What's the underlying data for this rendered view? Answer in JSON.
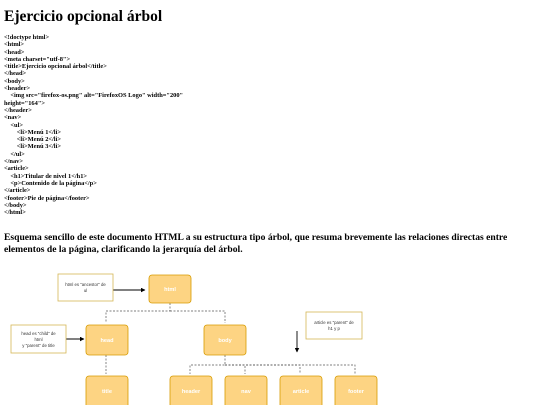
{
  "page": {
    "heading": "Ejercicio opcional árbol",
    "code_lines": [
      "<!doctype html>",
      "<html>",
      "<head>",
      "<meta charset=\"utf-8\">",
      "<title>Ejercicio opcional árbol</title>",
      "</head>",
      "<body>",
      "<header>",
      "    <img src=\"firefox-os.png\" alt=\"FirefoxOS Logo\" width=\"200\"",
      "height=\"164\">",
      "</header>",
      "<nav>",
      "    <ul>",
      "        <li>Menú 1</li>",
      "        <li>Menú 2</li>",
      "        <li>Menú 3</li>",
      "    </ul>",
      "</nav>",
      "<article>",
      "    <h1>Titular de nivel 1</h1>",
      "    <p>Contenido de la página</p>",
      "</article>",
      "<footer>Pie de página</footer>",
      "</body>",
      "</html>"
    ],
    "description": "Esquema sencillo de este documento HTML a su estructura tipo árbol, que resuma brevemente las relaciones directas entre elementos de la página, clarificando la jerarquía del árbol."
  },
  "diagram": {
    "colors": {
      "node_fill": "#fdd483",
      "node_border": "#d79b00",
      "note_border": "#d6b656"
    },
    "nodes": {
      "html": "html",
      "head": "head",
      "body": "body",
      "title": "title",
      "header": "header",
      "nav": "nav",
      "article": "article",
      "footer": "footer"
    },
    "notes": {
      "ancestor_line1": "html es \"ancestor\" de",
      "ancestor_line2": "ul",
      "child_line1": "head es \"child\" de",
      "child_line2": "html",
      "child_line3": "y \"parent\" de title",
      "parent_line1": "article es \"parent\" de",
      "parent_line2": "h1 y p"
    }
  }
}
